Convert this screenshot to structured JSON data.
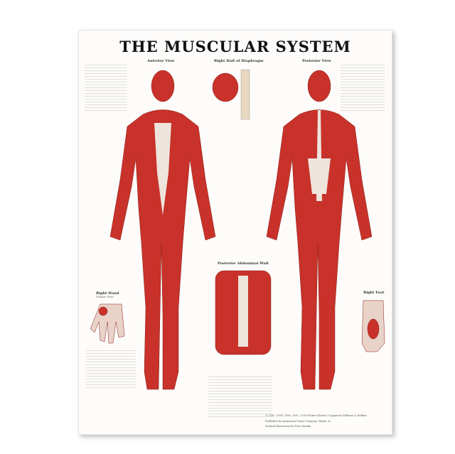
{
  "poster": {
    "title": "THE MUSCULAR SYSTEM",
    "sections": {
      "anterior_view": "Anterior View",
      "diaphragm": "Right Half of Diaphragm",
      "posterior_view": "Posterior View",
      "abdominal_wall": "Posterior Abdominal Wall",
      "right_hand": "Right Hand",
      "right_hand_sub": "(Palmar View)",
      "right_foot": "Right Foot"
    },
    "colors": {
      "muscle": "#c8322a",
      "tendon": "#eee4dc",
      "background": "#fdfcfa"
    },
    "footer": {
      "copyright": "© 1947, 1994, 1996, 1997, 2000  Wolters Kluwer | Lippincott Williams & Wilkins",
      "publisher": "Published by Anatomical Chart Company, Skokie, IL",
      "illustrator": "Medical Illustration by Peter Bachin"
    }
  }
}
